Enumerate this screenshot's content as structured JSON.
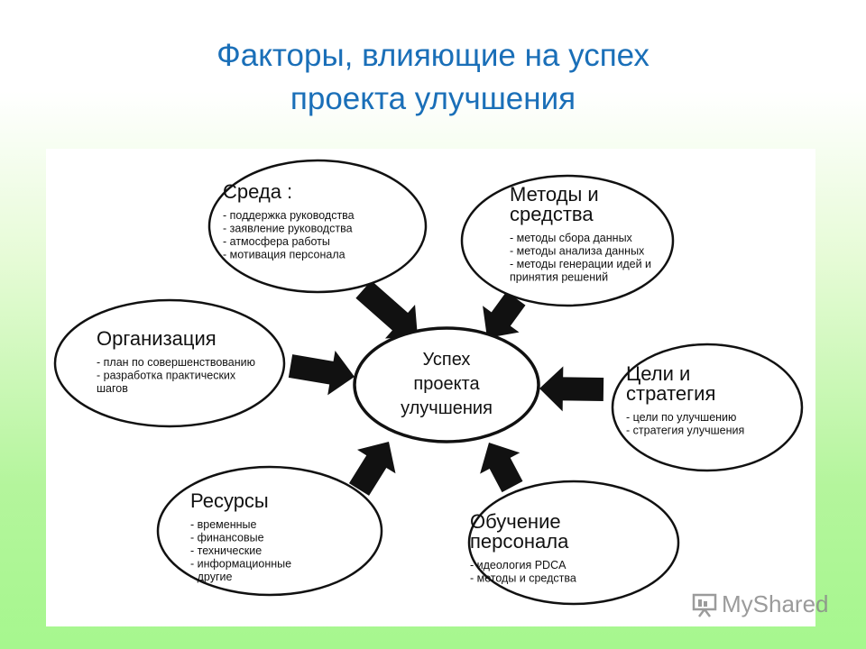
{
  "title": {
    "line1": "Факторы, влияющие на успех",
    "line2": "проекта улучшения"
  },
  "diagram": {
    "center": [
      "Успех",
      "проекта",
      "улучшения"
    ],
    "nodes": [
      {
        "id": "environment",
        "title": [
          "Среда :"
        ],
        "items": [
          "- поддержка руководства",
          "- заявление руководства",
          "- атмосфера работы",
          "- мотивация персонала"
        ]
      },
      {
        "id": "methods",
        "title": [
          "Методы и",
          "средства"
        ],
        "items": [
          "- методы сбора данных",
          "- методы анализа данных",
          "- методы генерации идей и",
          "  принятия решений"
        ]
      },
      {
        "id": "organization",
        "title": [
          "Организация"
        ],
        "items": [
          "- план по совершенствованию",
          "- разработка практических",
          "  шагов"
        ]
      },
      {
        "id": "goals",
        "title": [
          "Цели и",
          "стратегия"
        ],
        "items": [
          "- цели по улучшению",
          "- стратегия улучшения"
        ]
      },
      {
        "id": "resources",
        "title": [
          "Ресурсы"
        ],
        "items": [
          "- временные",
          "- финансовые",
          "- технические",
          "- информационные",
          "- другие"
        ]
      },
      {
        "id": "training",
        "title": [
          "Обучение",
          "персонала"
        ],
        "items": [
          "- идеология PDCA",
          "- методы и средства"
        ]
      }
    ]
  },
  "watermark": {
    "text": "MyShared",
    "icon": "presentation-board-icon"
  },
  "colors": {
    "title": "#1a6fb8",
    "ink": "#111111",
    "panel": "#ffffff"
  }
}
